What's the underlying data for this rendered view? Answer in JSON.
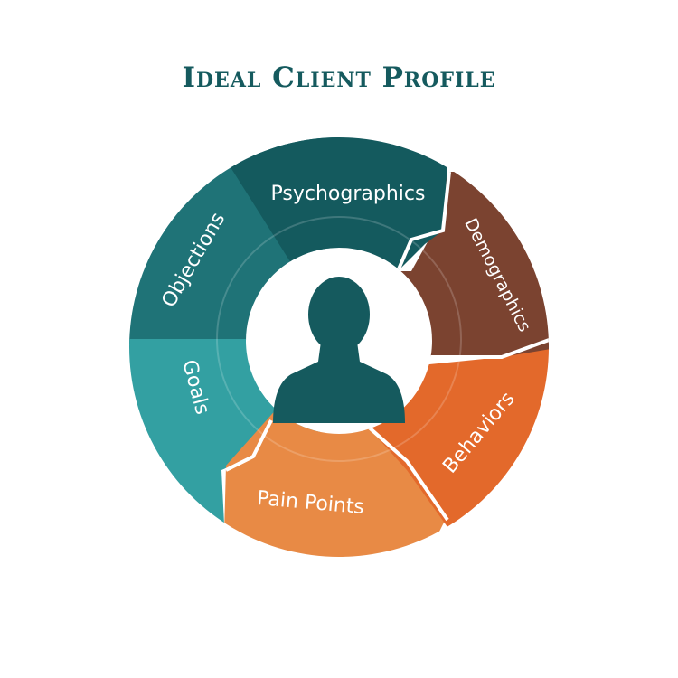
{
  "title": "Ideal Client Profile",
  "center": {
    "icon": "person-silhouette-icon"
  },
  "segments": [
    {
      "id": "psychographics",
      "label": "Psychographics",
      "color": "#145a5e"
    },
    {
      "id": "demographics",
      "label": "Demographics",
      "color": "#7b4330"
    },
    {
      "id": "behaviors",
      "label": "Behaviors",
      "color": "#e3692b"
    },
    {
      "id": "pain-points",
      "label": "Pain Points",
      "color": "#e88a45"
    },
    {
      "id": "goals",
      "label": "Goals",
      "color": "#33a0a2"
    },
    {
      "id": "objections",
      "label": "Objections",
      "color": "#1f7377"
    }
  ]
}
